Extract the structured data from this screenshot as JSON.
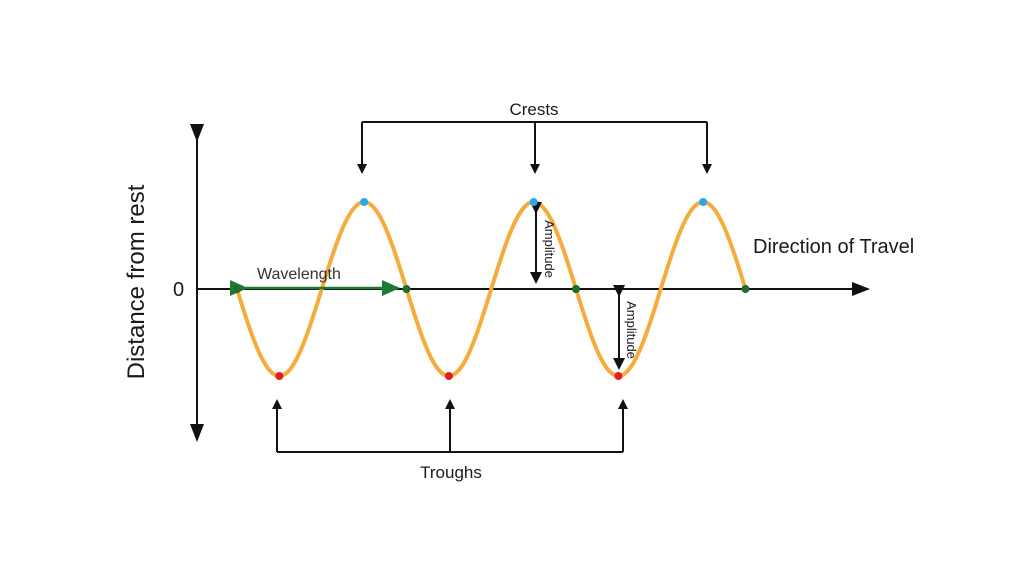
{
  "labels": {
    "y_axis": "Distance from rest",
    "zero": "0",
    "direction": "Direction of Travel",
    "crests": "Crests",
    "troughs": "Troughs",
    "wavelength": "Wavelength",
    "amplitude_1": "Amplitude",
    "amplitude_2": "Amplitude"
  },
  "colors": {
    "wave": "#f5ac3c",
    "axis": "#111111",
    "crest_point": "#2aa8e8",
    "trough_point": "#e02020",
    "zero_point": "#1f6e2e",
    "wavelength_arrow": "#1f7a33",
    "bracket": "#111111"
  },
  "wave": {
    "cycles": 3,
    "crest_count": 3,
    "trough_count": 3
  }
}
